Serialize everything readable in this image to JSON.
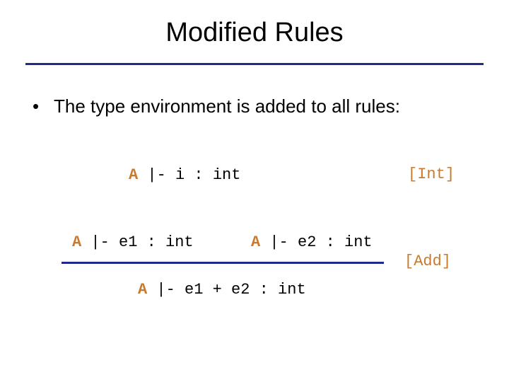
{
  "slide": {
    "title": "Modified Rules",
    "bullet": {
      "marker": "•",
      "text": "The type environment is added to all rules:"
    }
  },
  "rules": {
    "int_rule": {
      "conclusion": {
        "context": "A",
        "judgment": " |- i : int"
      },
      "name": "[Int]"
    },
    "add_rule": {
      "premise1": {
        "context": "A",
        "judgment": " |- e1 : int"
      },
      "premise2": {
        "context": "A",
        "judgment": " |- e2 : int"
      },
      "conclusion": {
        "context": "A",
        "judgment": " |- e1 + e2 : int"
      },
      "name": "[Add]"
    }
  },
  "colors": {
    "rule_line": "#1f2a8c",
    "context_text": "#c97a2e",
    "rule_name_text": "#c97a2e"
  }
}
